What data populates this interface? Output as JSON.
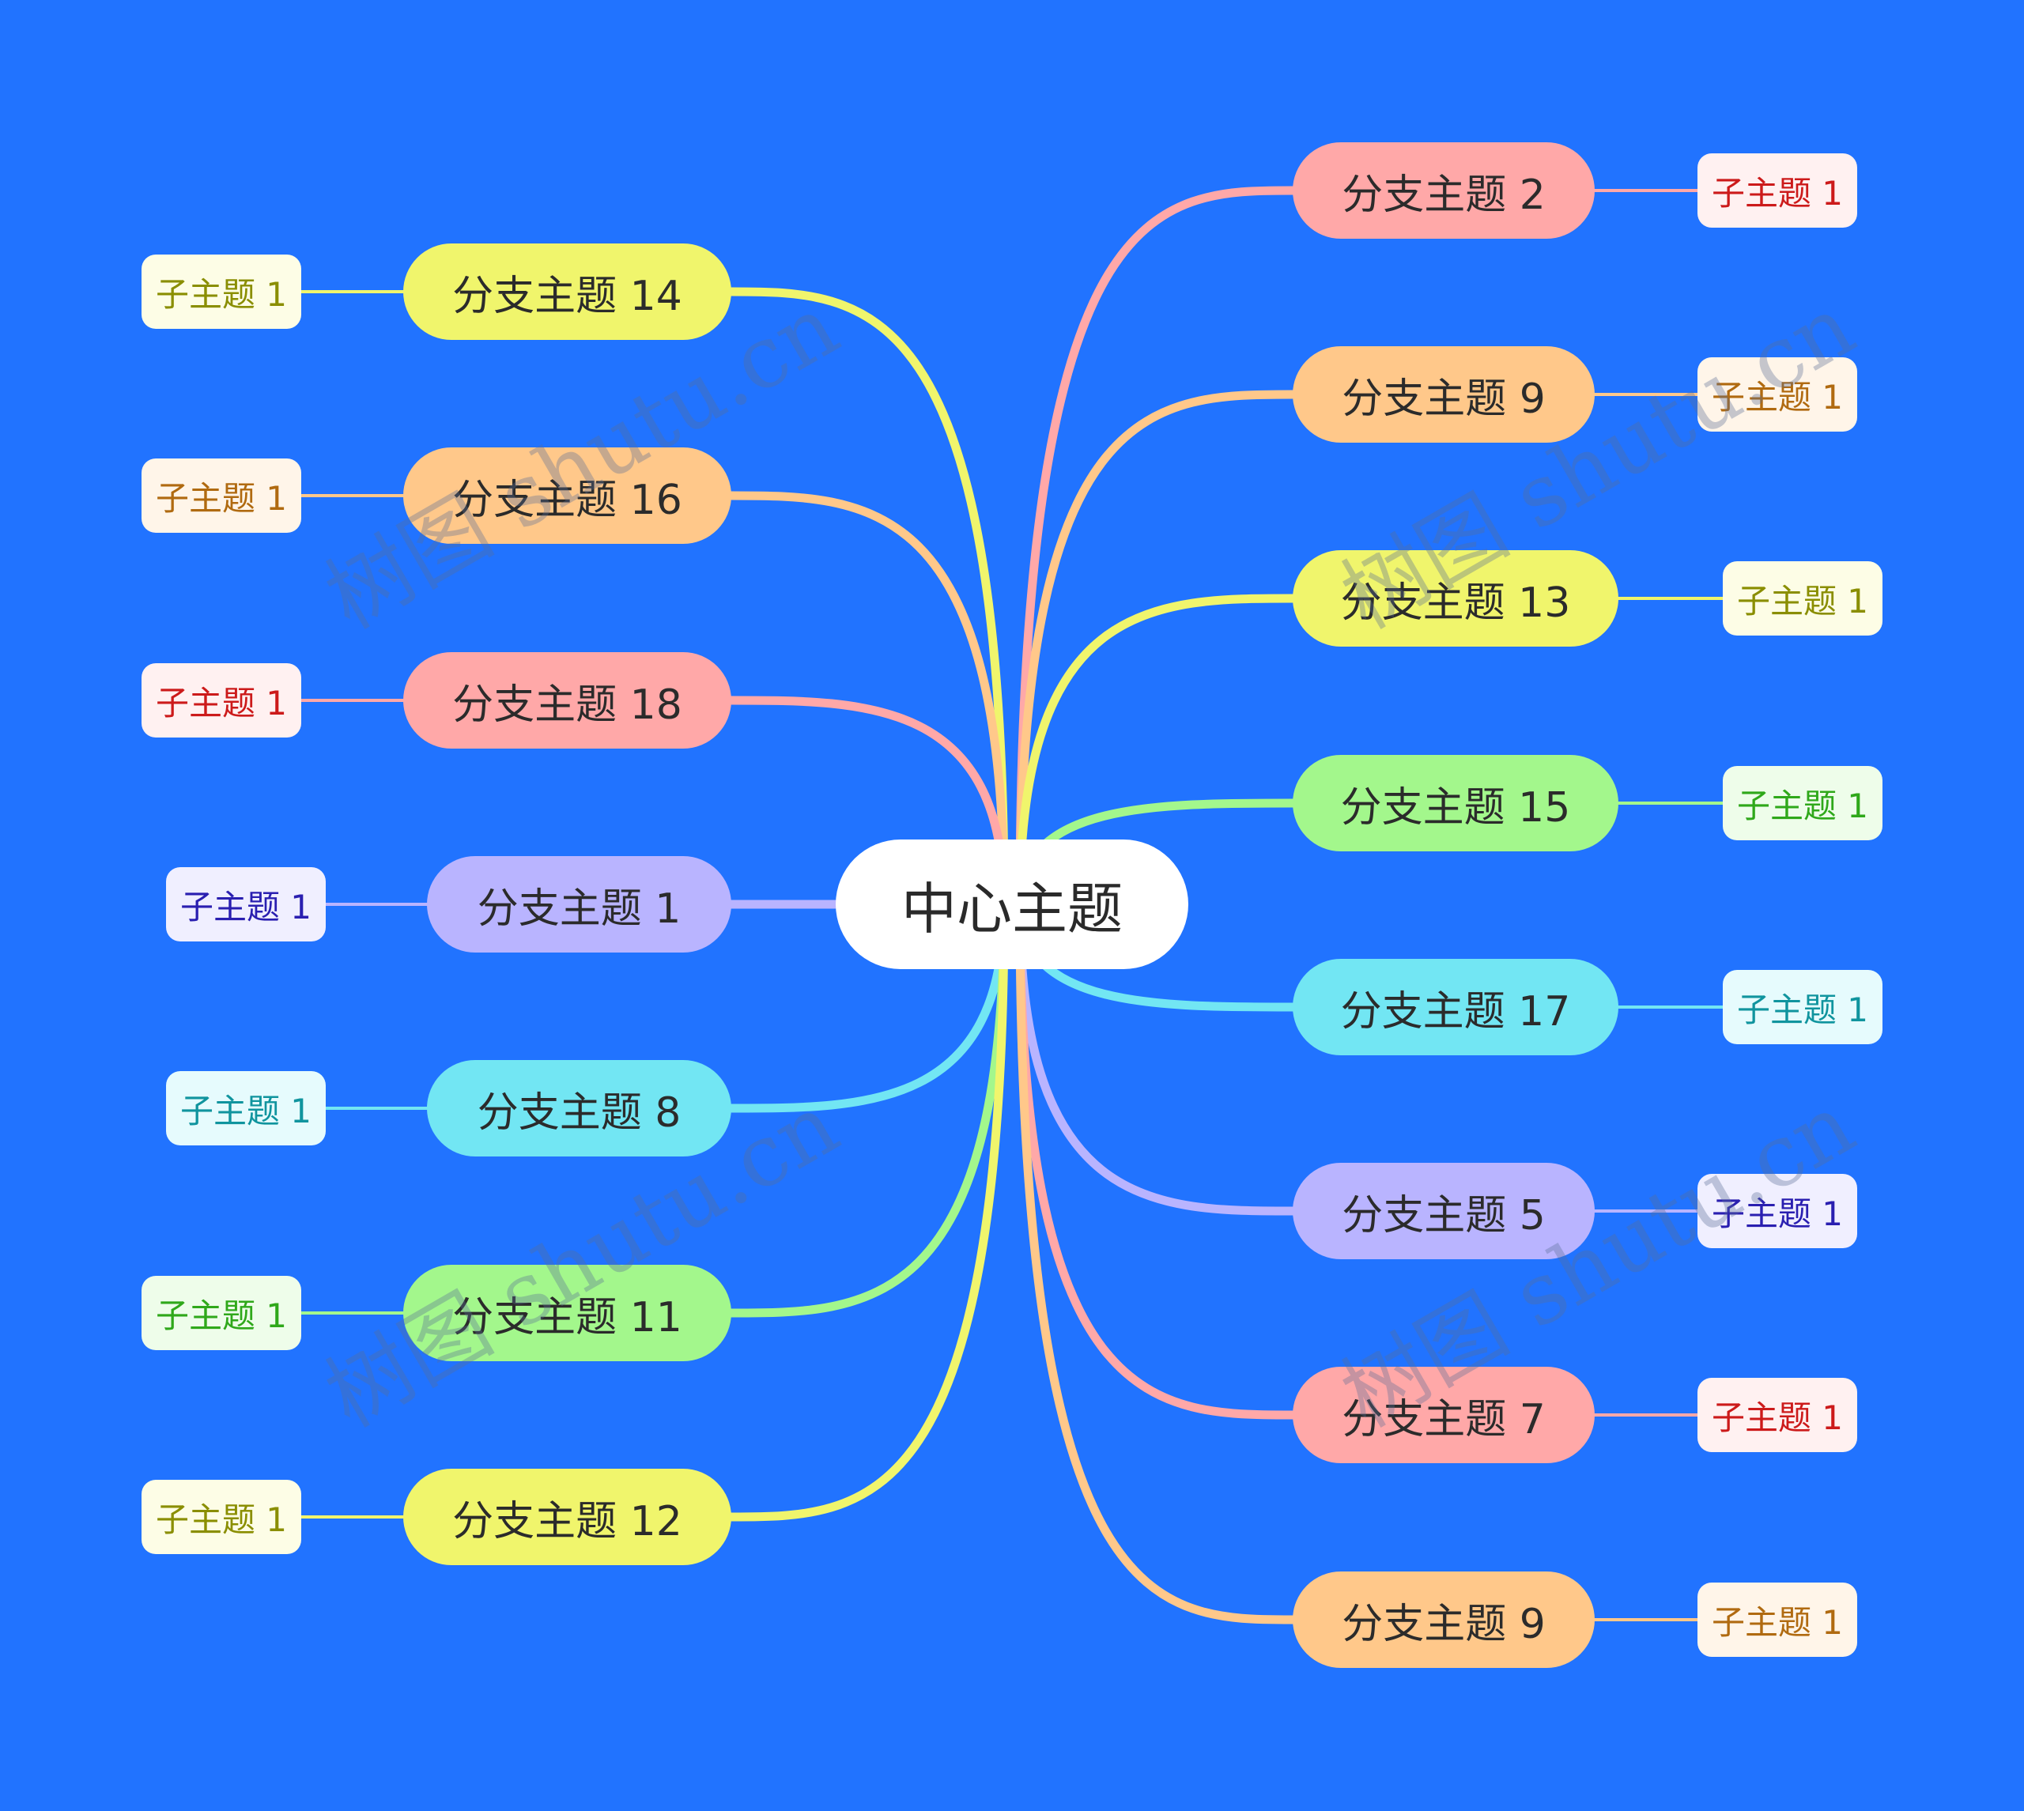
{
  "central": {
    "label": "中心主题"
  },
  "branches": [
    {
      "id": "b2",
      "side": "right",
      "label": "分支主题 2",
      "color": "#ffa8a8",
      "sub": {
        "label": "子主题 1",
        "bg": "#fff1f1",
        "text": "#cc1a1a"
      }
    },
    {
      "id": "b9a",
      "side": "right",
      "label": "分支主题 9",
      "color": "#ffc88a",
      "sub": {
        "label": "子主题 1",
        "bg": "#fff5e9",
        "text": "#b06a10"
      }
    },
    {
      "id": "b13",
      "side": "right",
      "label": "分支主题 13",
      "color": "#f0f56c",
      "sub": {
        "label": "子主题 1",
        "bg": "#fdfde6",
        "text": "#8a8e00"
      }
    },
    {
      "id": "b15",
      "side": "right",
      "label": "分支主题 15",
      "color": "#a3f78c",
      "sub": {
        "label": "子主题 1",
        "bg": "#eefdea",
        "text": "#2fa81a"
      }
    },
    {
      "id": "b17",
      "side": "right",
      "label": "分支主题 17",
      "color": "#72e6f3",
      "sub": {
        "label": "子主题 1",
        "bg": "#e6fbfd",
        "text": "#10949e"
      }
    },
    {
      "id": "b5",
      "side": "right",
      "label": "分支主题 5",
      "color": "#b9b4ff",
      "sub": {
        "label": "子主题 1",
        "bg": "#f0efff",
        "text": "#2a1fb0"
      }
    },
    {
      "id": "b7",
      "side": "right",
      "label": "分支主题 7",
      "color": "#ffa8a8",
      "sub": {
        "label": "子主题 1",
        "bg": "#fff1f1",
        "text": "#cc1a1a"
      }
    },
    {
      "id": "b9b",
      "side": "right",
      "label": "分支主题 9",
      "color": "#ffc88a",
      "sub": {
        "label": "子主题 1",
        "bg": "#fff5e9",
        "text": "#b06a10"
      }
    },
    {
      "id": "b14",
      "side": "left",
      "label": "分支主题 14",
      "color": "#f0f56c",
      "sub": {
        "label": "子主题 1",
        "bg": "#fdfde6",
        "text": "#8a8e00"
      }
    },
    {
      "id": "b16",
      "side": "left",
      "label": "分支主题 16",
      "color": "#ffc88a",
      "sub": {
        "label": "子主题 1",
        "bg": "#fff5e9",
        "text": "#b06a10"
      }
    },
    {
      "id": "b18",
      "side": "left",
      "label": "分支主题 18",
      "color": "#ffa8a8",
      "sub": {
        "label": "子主题 1",
        "bg": "#fff1f1",
        "text": "#cc1a1a"
      }
    },
    {
      "id": "b1",
      "side": "left",
      "label": "分支主题 1",
      "color": "#b9b4ff",
      "sub": {
        "label": "子主题 1",
        "bg": "#f0efff",
        "text": "#2a1fb0"
      }
    },
    {
      "id": "b8",
      "side": "left",
      "label": "分支主题 8",
      "color": "#72e6f3",
      "sub": {
        "label": "子主题 1",
        "bg": "#e6fbfd",
        "text": "#10949e"
      }
    },
    {
      "id": "b11",
      "side": "left",
      "label": "分支主题 11",
      "color": "#a3f78c",
      "sub": {
        "label": "子主题 1",
        "bg": "#eefdea",
        "text": "#2fa81a"
      }
    },
    {
      "id": "b12",
      "side": "left",
      "label": "分支主题 12",
      "color": "#f0f56c",
      "sub": {
        "label": "子主题 1",
        "bg": "#fdfde6",
        "text": "#8a8e00"
      }
    }
  ],
  "watermark": {
    "text": "树图 shutu.cn",
    "color": "#5a6e96"
  },
  "background_color": "#2173ff"
}
